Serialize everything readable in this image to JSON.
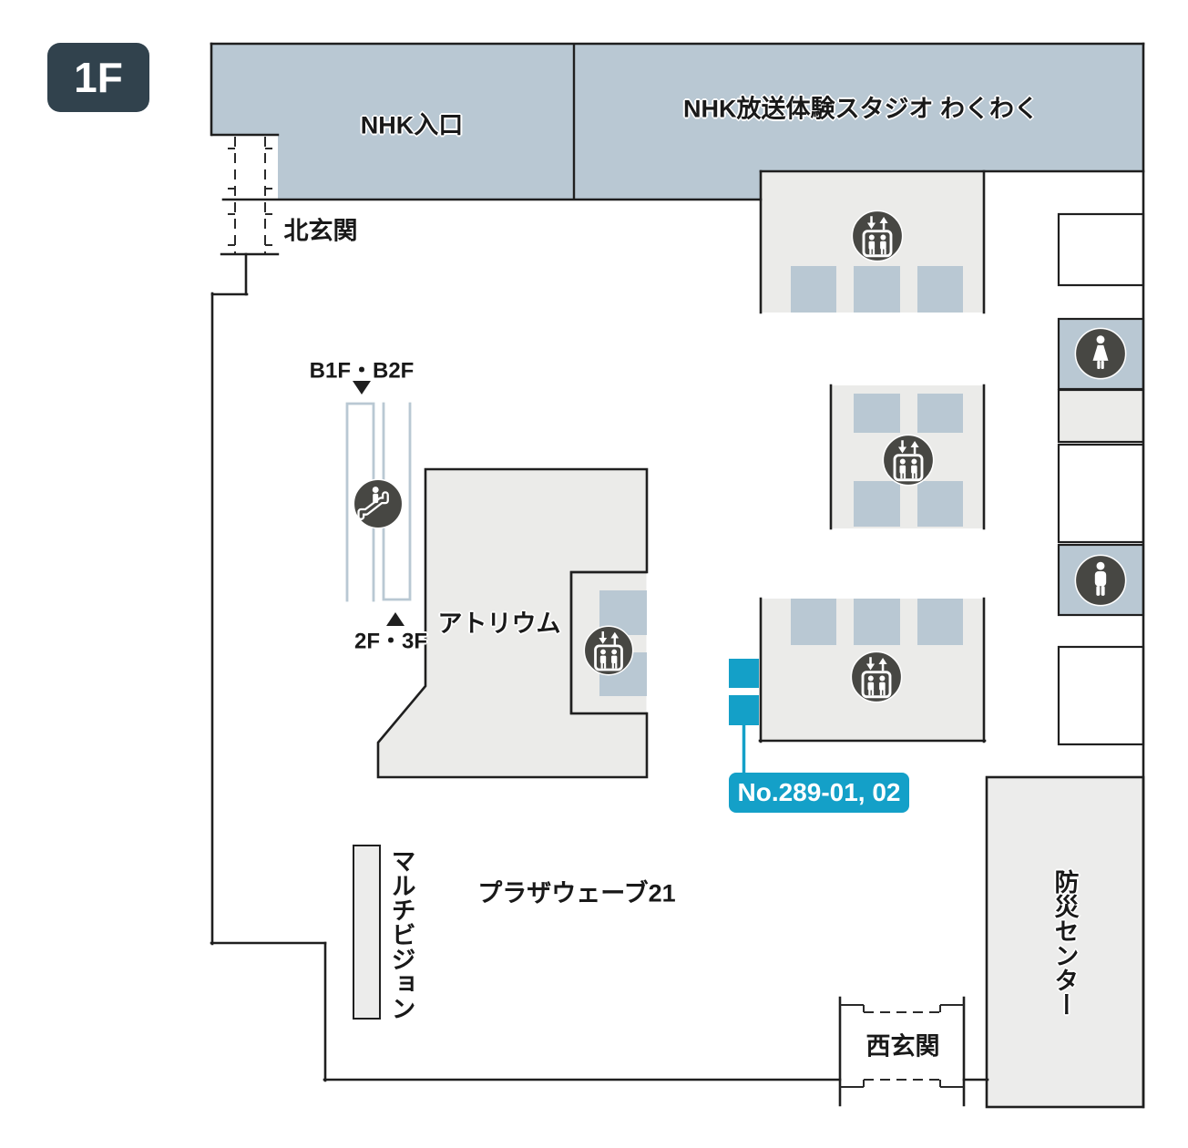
{
  "floor_badge": "1F",
  "colors": {
    "area_blue": "#b9c8d3",
    "room_gray": "#ebebe9",
    "accent_cyan": "#14a0c8",
    "icon_dark": "#474743",
    "wall": "#1f1f1f",
    "badge_bg": "#31424d"
  },
  "areas": {
    "nhk_entrance": {
      "label": "NHK入口"
    },
    "studio": {
      "label": "NHK放送体験スタジオ わくわく"
    },
    "north_entrance": {
      "label": "北玄関"
    },
    "atrium": {
      "label": "アトリウム"
    },
    "plaza_wave": {
      "label": "プラザウェーブ21"
    },
    "multivision": {
      "label": "マルチビジョン"
    },
    "disaster_center": {
      "label": "防災センター"
    },
    "west_entrance": {
      "label": "西玄関"
    }
  },
  "escalator": {
    "top_label": "B1F・B2F",
    "bottom_label": "2F・3F"
  },
  "marker": {
    "label": "No.289-01, 02"
  },
  "icons": {
    "elevator": "elevator-icon",
    "escalator": "escalator-icon",
    "restroom_female": "restroom-female-icon",
    "restroom_male": "restroom-male-icon"
  }
}
